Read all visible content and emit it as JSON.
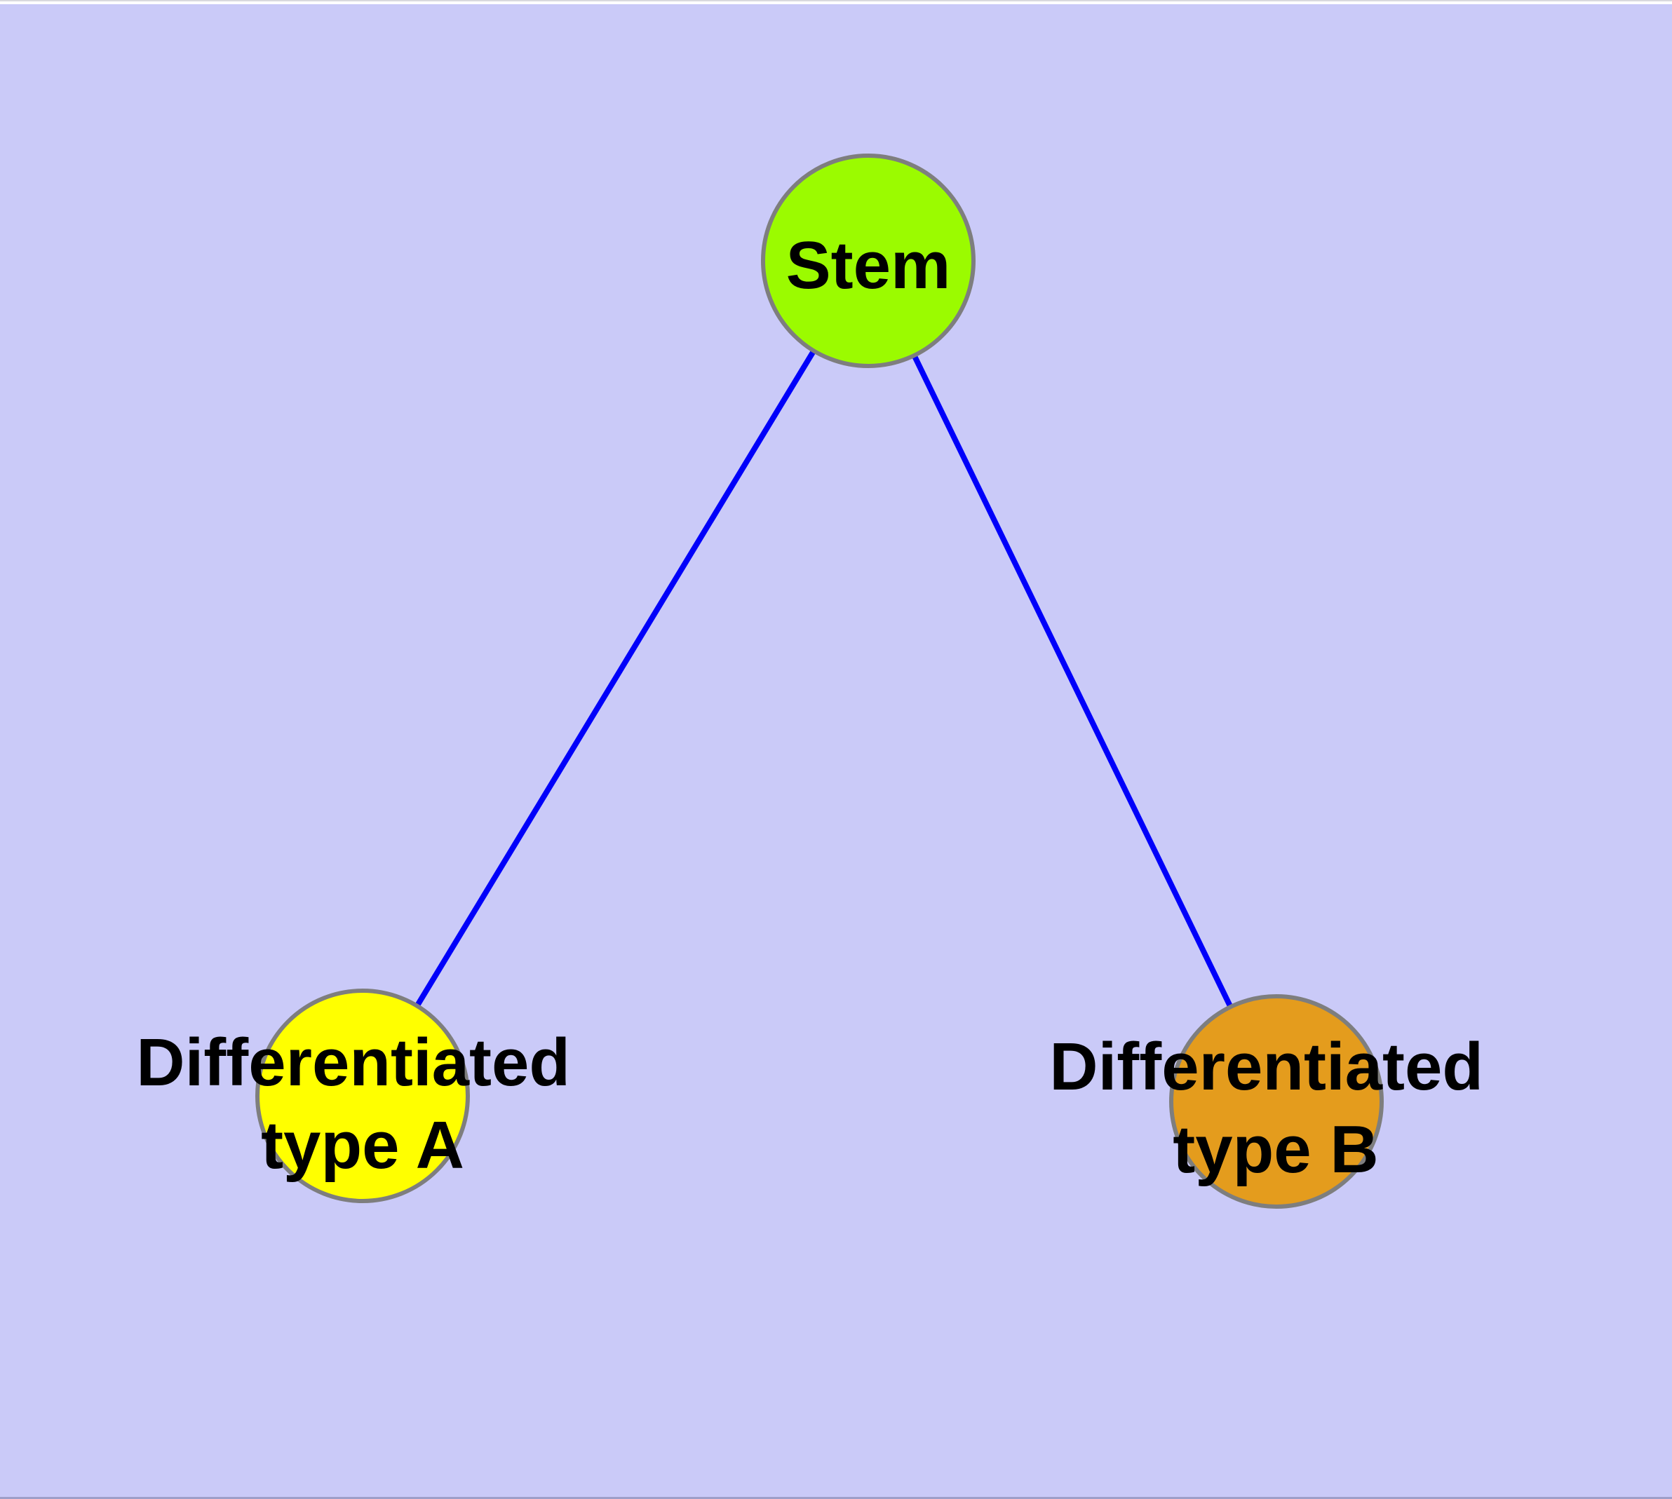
{
  "window": {
    "top_strip_color": "#ffffff",
    "top_edge_line_color": "#d9d9de",
    "bottom_edge_line_color": "#9e9ec8"
  },
  "canvas": {
    "background_color": "#cacaf8"
  },
  "diagram": {
    "type": "node-link-graph",
    "description": "Stem cell differentiation diagram: a stem node connected to two differentiated cell type nodes",
    "node_border_color": "#7e7e7e",
    "edge_color": "#0000fa",
    "nodes": [
      {
        "id": "stem",
        "label": "Stem",
        "lines": [
          "Stem"
        ],
        "color": "#9bfb00"
      },
      {
        "id": "differentiated-type-a",
        "label": "Differentiated type A",
        "lines": [
          "Differentiated",
          "type A"
        ],
        "color": "#ffff00"
      },
      {
        "id": "differentiated-type-b",
        "label": "Differentiated type B",
        "lines": [
          "Differentiated",
          "type B"
        ],
        "color": "#e49c1d"
      }
    ],
    "edges": [
      {
        "from": "stem",
        "to": "differentiated-type-a"
      },
      {
        "from": "stem",
        "to": "differentiated-type-b"
      }
    ]
  }
}
